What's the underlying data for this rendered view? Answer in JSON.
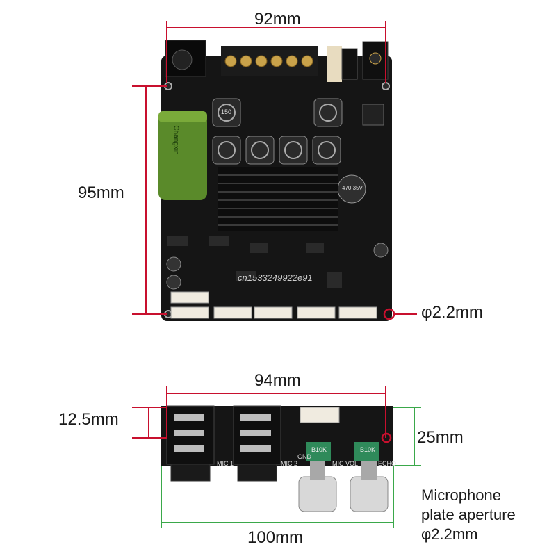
{
  "dimensions": {
    "top_width": "92mm",
    "top_height": "95mm",
    "top_hole": "φ2.2mm",
    "mic_top_width": "94mm",
    "mic_hole_offset": "12.5mm",
    "mic_height": "25mm",
    "mic_bottom_width": "100mm"
  },
  "caption": {
    "line1": "Microphone",
    "line2": "plate aperture",
    "line3": "φ2.2mm"
  },
  "watermark": "cn1533249922e91",
  "board_labels": {
    "mic1": "MIC 1",
    "mic2": "MIC 2",
    "gnd": "GND",
    "micvol": "MIC VOL",
    "echo": "ECHO",
    "pot": "B10K",
    "cap_brand": "Changxin",
    "choke": "150",
    "cap2": "470 35V"
  },
  "colors": {
    "red_dim": "#c8102e",
    "green_dim": "#3aa84a",
    "pcb": "#151515",
    "heatsink": "#0d0d0d"
  }
}
